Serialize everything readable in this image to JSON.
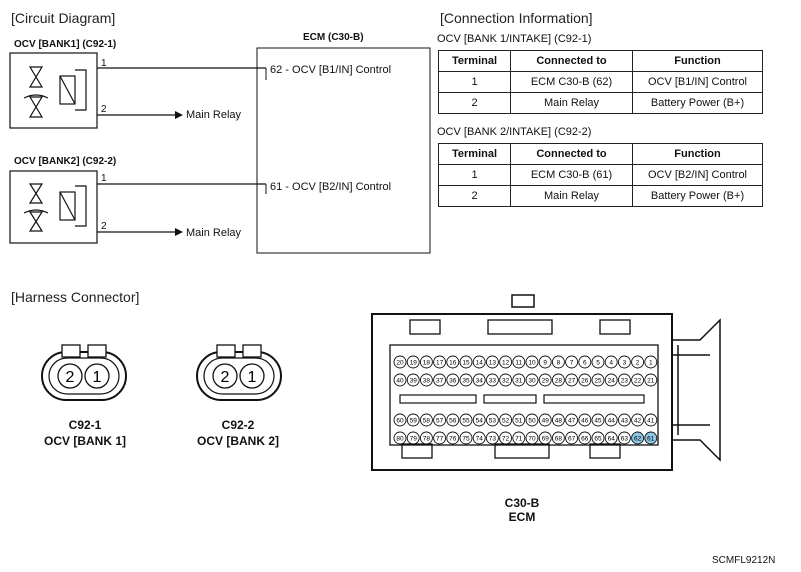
{
  "circuit": {
    "title": "[Circuit Diagram]",
    "ocv1_label": "OCV [BANK1] (C92-1)",
    "ocv2_label": "OCV [BANK2] (C92-2)",
    "ecm_label": "ECM (C30-B)",
    "pin1": "1",
    "pin2": "2",
    "main_relay": "Main Relay",
    "ecm_line1": "62 - OCV [B1/IN] Control",
    "ecm_line2": "61 - OCV [B2/IN] Control"
  },
  "connection": {
    "title": "[Connection Information]",
    "headers": [
      "Terminal",
      "Connected to",
      "Function"
    ],
    "table1_title": "OCV [BANK 1/INTAKE] (C92-1)",
    "table1_rows": [
      [
        "1",
        "ECM C30-B (62)",
        "OCV [B1/IN] Control"
      ],
      [
        "2",
        "Main Relay",
        "Battery Power (B+)"
      ]
    ],
    "table2_title": "OCV [BANK 2/INTAKE] (C92-2)",
    "table2_rows": [
      [
        "1",
        "ECM C30-B (61)",
        "OCV [B2/IN] Control"
      ],
      [
        "2",
        "Main Relay",
        "Battery Power (B+)"
      ]
    ]
  },
  "harness": {
    "title": "[Harness Connector]",
    "c1_pins": [
      "2",
      "1"
    ],
    "c2_pins": [
      "2",
      "1"
    ],
    "c1_name": "C92-1",
    "c1_desc": "OCV [BANK 1]",
    "c2_name": "C92-2",
    "c2_desc": "OCV [BANK 2]",
    "ecm_name": "C30-B",
    "ecm_desc": "ECM",
    "ecm_row1_pins": [
      "20",
      "19",
      "18",
      "17",
      "16",
      "15",
      "14",
      "13",
      "12",
      "11",
      "10",
      "9",
      "8",
      "7",
      "6",
      "5",
      "4",
      "3",
      "2",
      "1"
    ],
    "ecm_row2_pins": [
      "40",
      "39",
      "38",
      "37",
      "36",
      "35",
      "34",
      "33",
      "32",
      "31",
      "30",
      "29",
      "28",
      "27",
      "26",
      "25",
      "24",
      "23",
      "22",
      "21"
    ],
    "ecm_row3_pins": [
      "60",
      "59",
      "58",
      "57",
      "56",
      "55",
      "54",
      "53",
      "52",
      "51",
      "50",
      "49",
      "48",
      "47",
      "46",
      "45",
      "44",
      "43",
      "42",
      "41"
    ],
    "ecm_row4_pins": [
      "80",
      "79",
      "78",
      "77",
      "76",
      "75",
      "74",
      "73",
      "72",
      "71",
      "70",
      "69",
      "68",
      "67",
      "66",
      "65",
      "64",
      "63",
      "62",
      "61"
    ],
    "highlighted_pins": [
      "61",
      "62"
    ],
    "highlight_color": "#8ec8e8"
  },
  "footer": {
    "code": "SCMFL9212N"
  }
}
